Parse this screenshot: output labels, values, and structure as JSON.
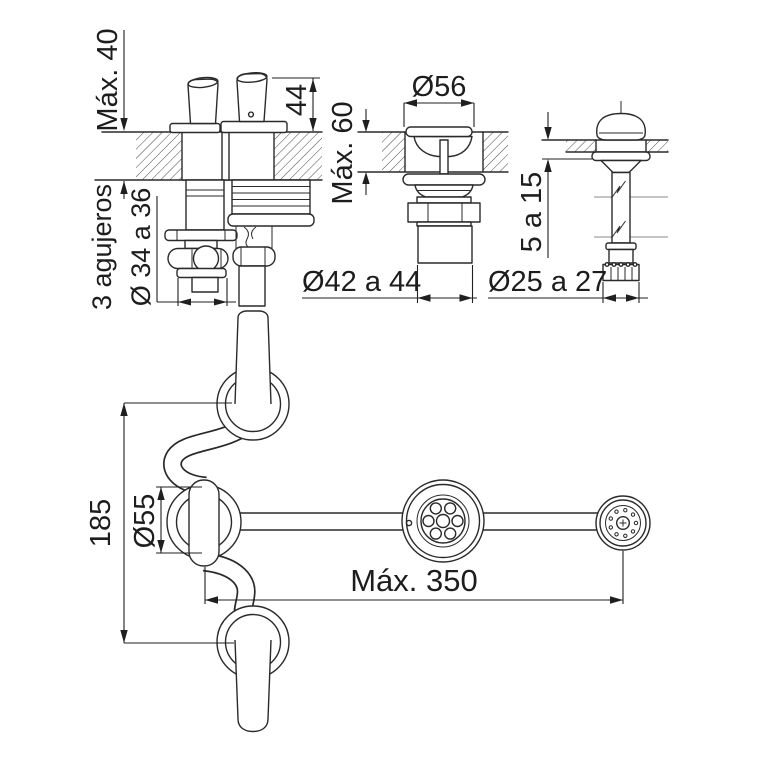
{
  "page": {
    "background": "#ffffff",
    "line_color": "#2a2a2a",
    "text_color": "#1d1d1d"
  },
  "diagram": {
    "type": "technical-installation-drawing",
    "subject": "three-hole basin mixer tap with pop-up waste — installation dimensions (mm)",
    "views": [
      {
        "id": "faucet-section",
        "description": "faucet body cross-section through countertop"
      },
      {
        "id": "drain-section",
        "description": "pop-up waste / drain cross-section through countertop"
      },
      {
        "id": "rod-section",
        "description": "pop-up control rod cross-section through countertop"
      },
      {
        "id": "plan-view",
        "description": "top view of spout, two handles, drain flange and pop-up knob"
      }
    ],
    "dims": {
      "max_deck_left": "Máx. 40",
      "handle_height": "44",
      "drain_cap": "Ø56",
      "max_deck_drain": "Máx. 60",
      "holes_line1": "3 agujeros",
      "holes_line2": "Ø 34 a 36",
      "tailpipe": "Ø42 a 44",
      "rod_deck": "5 a 15",
      "rod_thread": "Ø25 a 27",
      "escutcheon": "Ø55",
      "handle_span": "185",
      "reach": "Máx. 350"
    }
  }
}
